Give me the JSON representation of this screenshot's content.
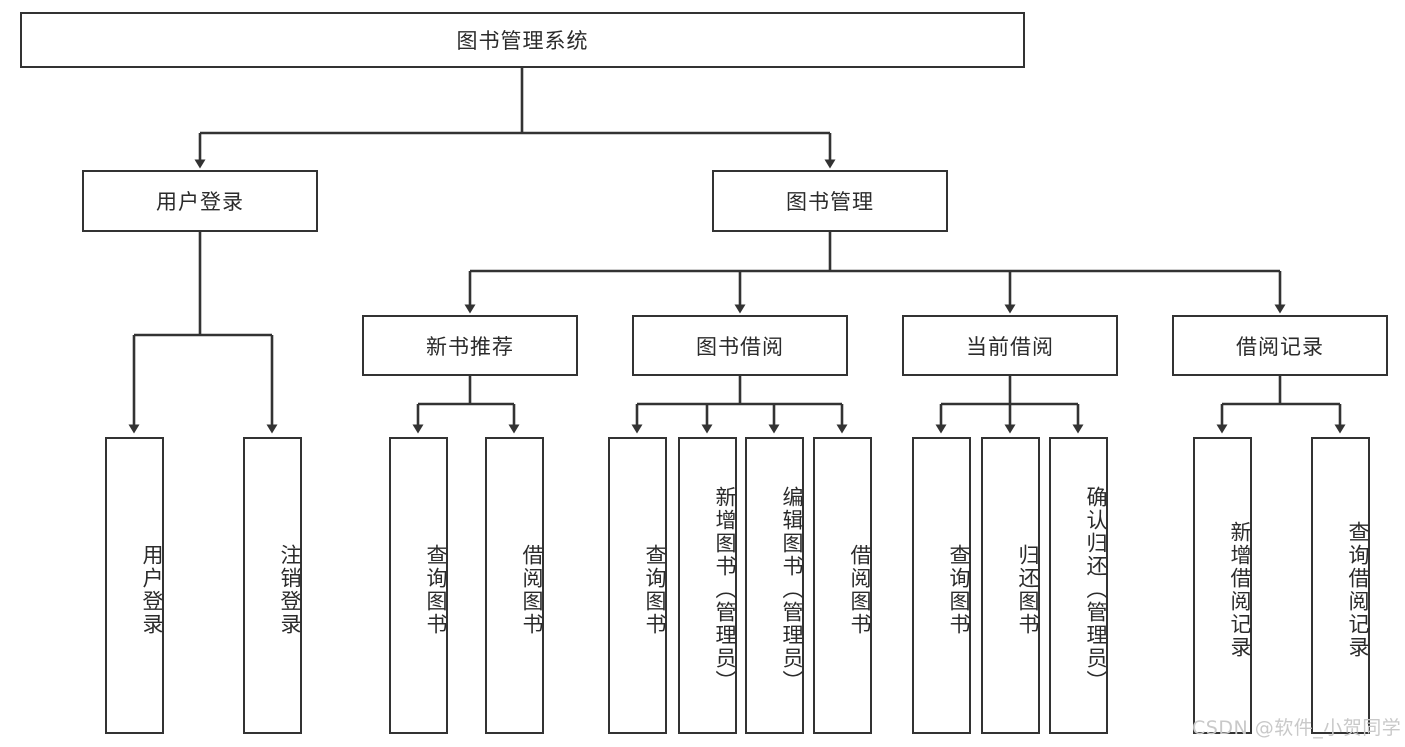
{
  "diagram": {
    "title_node": {
      "label": "图书管理系统"
    },
    "level2": [
      {
        "id": "user-login",
        "label": "用户登录"
      },
      {
        "id": "book-management",
        "label": "图书管理"
      }
    ],
    "level3": [
      {
        "id": "new-book-recommend",
        "label": "新书推荐"
      },
      {
        "id": "book-borrow",
        "label": "图书借阅"
      },
      {
        "id": "current-borrow",
        "label": "当前借阅"
      },
      {
        "id": "borrow-record",
        "label": "借阅记录"
      }
    ],
    "leaves": {
      "user-login": [
        {
          "id": "leaf-user-login",
          "label": "用户登录"
        },
        {
          "id": "leaf-logout-login",
          "label": "注销登录"
        }
      ],
      "new-book-recommend": [
        {
          "id": "leaf-query-book-1",
          "label": "查询图书"
        },
        {
          "id": "leaf-borrow-book-1",
          "label": "借阅图书"
        }
      ],
      "book-borrow": [
        {
          "id": "leaf-query-book-2",
          "label": "查询图书"
        },
        {
          "id": "leaf-add-book",
          "label": "新增图书（管理员）"
        },
        {
          "id": "leaf-edit-book",
          "label": "编辑图书（管理员）"
        },
        {
          "id": "leaf-borrow-book-2",
          "label": "借阅图书"
        }
      ],
      "current-borrow": [
        {
          "id": "leaf-query-book-3",
          "label": "查询图书"
        },
        {
          "id": "leaf-return-book",
          "label": "归还图书"
        },
        {
          "id": "leaf-confirm-return",
          "label": "确认归还（管理员）"
        }
      ],
      "borrow-record": [
        {
          "id": "leaf-add-record",
          "label": "新增借阅记录"
        },
        {
          "id": "leaf-query-record",
          "label": "查询借阅记录"
        }
      ]
    },
    "watermark": "CSDN @软件_小贺同学",
    "colors": {
      "stroke": "#333333",
      "background": "#ffffff",
      "text": "#2b2b2b",
      "watermark": "#c9c9c9"
    }
  }
}
